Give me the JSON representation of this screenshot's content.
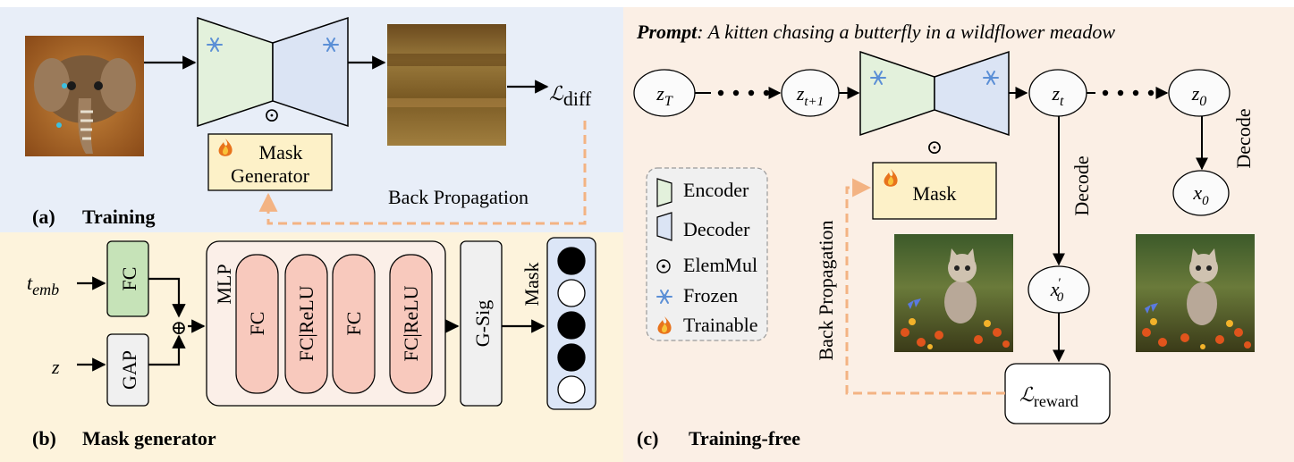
{
  "panels": {
    "a": {
      "letter": "(a)",
      "title": "Training"
    },
    "b": {
      "letter": "(b)",
      "title": "Mask generator"
    },
    "c": {
      "letter": "(c)",
      "title": "Training-free"
    }
  },
  "panel_a": {
    "mask_generator_line1": "Mask",
    "mask_generator_line2": "Generator",
    "loss_symbol": "ℒ",
    "loss_subscript": "diff",
    "back_propagation": "Back Propagation",
    "elem_mul_symbol": "⊙"
  },
  "panel_b": {
    "input_t_main": "t",
    "input_t_sub": "emb",
    "input_z": "z",
    "fc_box": "FC",
    "gap_box": "GAP",
    "sum_symbol": "⊕",
    "mlp_label": "MLP",
    "mlp_layers": [
      "FC",
      "FC|ReLU",
      "FC",
      "FC|ReLU"
    ],
    "gsig_label": "G-Sig",
    "mask_label": "Mask",
    "mask_bits": [
      1,
      0,
      1,
      1,
      0
    ]
  },
  "panel_c": {
    "prompt_label": "Prompt",
    "prompt_text": ": A kitten chasing a butterfly in a wildflower meadow",
    "nodes": {
      "zT_main": "z",
      "zT_sub": "T",
      "zt1_main": "z",
      "zt1_sub": "t+1",
      "zt_main": "z",
      "zt_sub": "t",
      "z0_main": "z",
      "z0_sub": "0",
      "x0_main": "x",
      "x0_sub": "0",
      "x0p_main": "x",
      "x0p_sup": "′",
      "x0p_sub": "0"
    },
    "decode_label": "Decode",
    "mask_box": "Mask",
    "back_propagation": "Back Propagation",
    "loss_symbol": "ℒ",
    "loss_subscript": "reward",
    "elem_mul_symbol": "⊙"
  },
  "legend": {
    "items": [
      {
        "icon": "encoder-icon",
        "label": "Encoder"
      },
      {
        "icon": "decoder-icon",
        "label": "Decoder"
      },
      {
        "icon": "elemmul-icon",
        "label": "ElemMul"
      },
      {
        "icon": "snowflake-icon",
        "label": "Frozen"
      },
      {
        "icon": "flame-icon",
        "label": "Trainable"
      }
    ]
  },
  "colors": {
    "panel_a_bg": "#e8eef8",
    "panel_b_bg": "#fdf3dc",
    "panel_c_bg": "#fbefe5",
    "encoder_fill": "#e3f1dc",
    "decoder_fill": "#dbe4f4",
    "mask_fill": "#fdf1c8",
    "fc_green": "#c6e3b8",
    "layer_red": "#f8c9bd",
    "backprop_dash": "#f3b383",
    "mask_col": "#dce6f7",
    "snowflake": "#5b8fd6",
    "flame": "#e8731c"
  }
}
